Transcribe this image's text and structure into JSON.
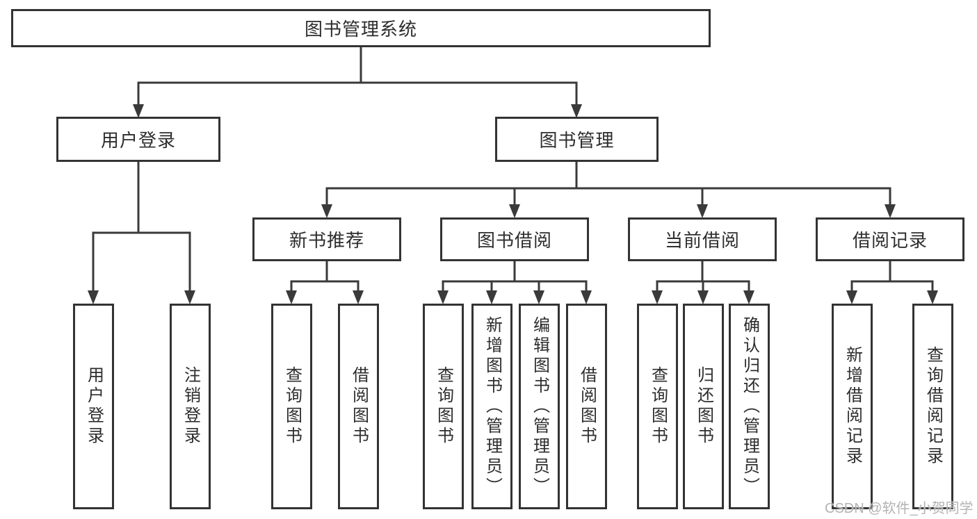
{
  "colors": {
    "line": "#3a3a3a",
    "box-border": "#333333",
    "text": "#2d2d2d",
    "watermark": "#b3b3b3",
    "bg": "#ffffff"
  },
  "diagram": {
    "root": {
      "label": "图书管理系统"
    },
    "level2": [
      {
        "label": "用户登录"
      },
      {
        "label": "图书管理"
      }
    ],
    "level3": [
      {
        "label": "新书推荐"
      },
      {
        "label": "图书借阅"
      },
      {
        "label": "当前借阅"
      },
      {
        "label": "借阅记录"
      }
    ],
    "leaves": {
      "user_login": [
        {
          "label": "用户登录"
        },
        {
          "label": "注销登录"
        }
      ],
      "new_book": [
        {
          "label": "查询图书"
        },
        {
          "label": "借阅图书"
        }
      ],
      "book_borrow": [
        {
          "label": "查询图书"
        },
        {
          "label": "新增图书（管理员）"
        },
        {
          "label": "编辑图书（管理员）"
        },
        {
          "label": "借阅图书"
        }
      ],
      "current_borrow": [
        {
          "label": "查询图书"
        },
        {
          "label": "归还图书"
        },
        {
          "label": "确认归还（管理员）"
        }
      ],
      "borrow_record": [
        {
          "label": "新增借阅记录"
        },
        {
          "label": "查询借阅记录"
        }
      ]
    }
  },
  "watermark": {
    "text": "CSDN @软件_小贺同学"
  }
}
